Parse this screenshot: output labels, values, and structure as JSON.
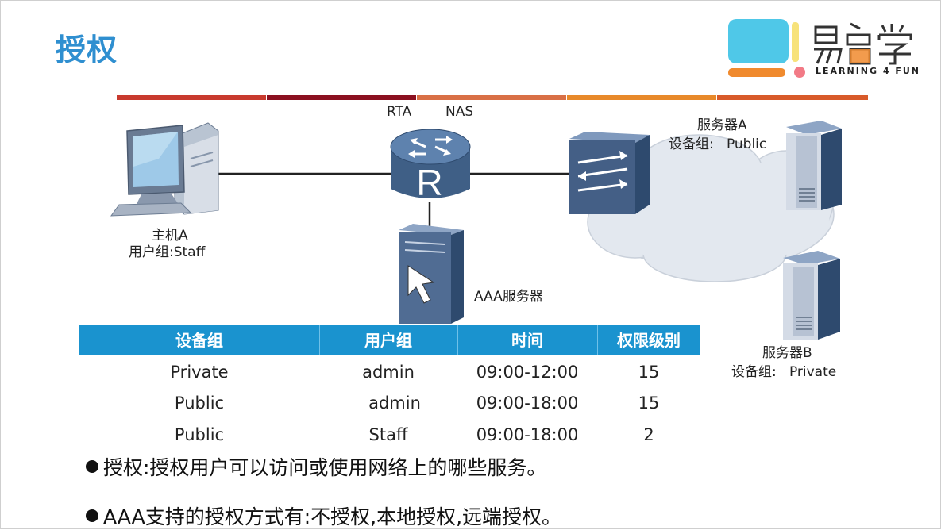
{
  "slide": {
    "title": "授权",
    "logo": {
      "text": "LEARNING 4 FUN",
      "brand": "易启学"
    },
    "top_line_colors": [
      "#c83a2e",
      "#8b1020",
      "#d97046",
      "#e8892a",
      "#d85a2a"
    ]
  },
  "diagram": {
    "host_a": {
      "name": "主机A",
      "group": "用户组:Staff"
    },
    "router": {
      "label_rta": "RTA",
      "label_nas": "NAS",
      "glyph": "R"
    },
    "aaa_server": {
      "name": "AAA服务器"
    },
    "server_a": {
      "name": "服务器A",
      "group": "设备组:   Public"
    },
    "server_b": {
      "name": "服务器B",
      "group": "设备组:   Private"
    }
  },
  "table": {
    "headers": [
      "设备组",
      "用户组",
      "时间",
      "权限级别"
    ],
    "rows": [
      [
        "Private",
        "admin",
        "09:00-12:00",
        "15"
      ],
      [
        "Public",
        "admin",
        "09:00-18:00",
        "15"
      ],
      [
        "Public",
        "Staff",
        "09:00-18:00",
        "2"
      ]
    ],
    "header_color": "#1a93cf"
  },
  "bullets": [
    "授权:授权用户可以访问或使用网络上的哪些服务。",
    "AAA支持的授权方式有:不授权,本地授权,远端授权。"
  ]
}
